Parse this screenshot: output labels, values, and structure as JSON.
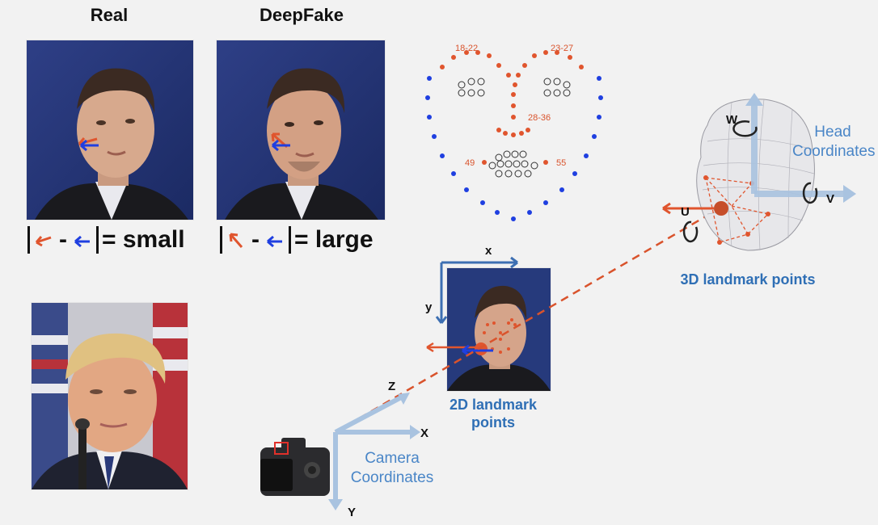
{
  "left_panel": {
    "real_title": "Real",
    "deepfake_title": "DeepFake",
    "real_equation_text": "= small",
    "deepfake_equation_text": "= large",
    "minus_sign": "-"
  },
  "landmark_template": {
    "labels": [
      "18-22",
      "23-27",
      "28-36",
      "49",
      "55"
    ]
  },
  "center": {
    "axis_x_small": "x",
    "axis_y_small": "y",
    "caption_2d": "2D landmark points",
    "axis_Z": "Z",
    "axis_X": "X",
    "axis_Y": "Y",
    "camera_caption": "Camera Coordinates"
  },
  "right": {
    "head_caption": "Head Coordinates",
    "axis_w": "W",
    "axis_v": "V",
    "axis_u": "U",
    "caption_3d": "3D landmark points"
  },
  "colors": {
    "orange": "#e0552e",
    "blue_arrow": "#1f3fe0",
    "axis_blue": "#3d6fb2",
    "light_axis": "#a9c3e0",
    "caption_blue": "#2f6fb5"
  }
}
